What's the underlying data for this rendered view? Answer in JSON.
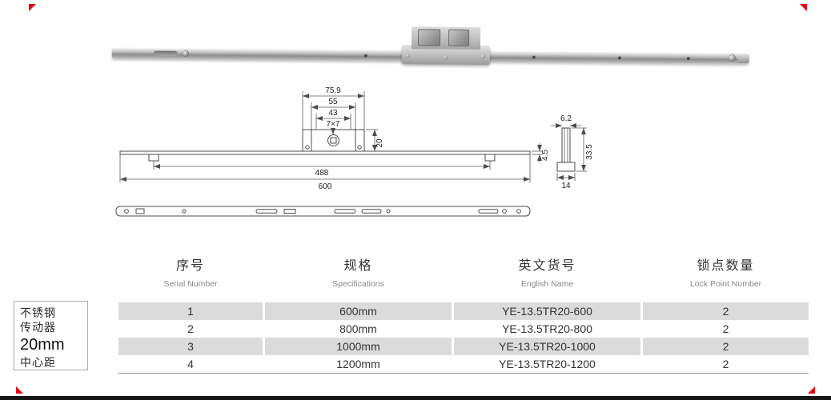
{
  "page": {
    "accent_red": "#e60012",
    "table_band_color": "#dbdbdb"
  },
  "side_label": {
    "line1": "不锈钢",
    "line2": "传动器",
    "line3": "20mm",
    "line4": "中心距"
  },
  "drawing": {
    "dims": {
      "d75_9": "75.9",
      "d55": "55",
      "d43": "43",
      "d7x7": "7×7",
      "d20": "20",
      "d4_5": "4.5",
      "d488": "488",
      "d600": "600",
      "d6_2": "6.2",
      "d33_5": "33.5",
      "d14": "14"
    }
  },
  "table": {
    "columns": [
      {
        "zh": "序号",
        "en": "Serial Number"
      },
      {
        "zh": "规格",
        "en": "Specifications"
      },
      {
        "zh": "英文货号",
        "en": "English Name"
      },
      {
        "zh": "锁点数量",
        "en": "Lock Point Number"
      }
    ],
    "rows": [
      [
        "1",
        "600mm",
        "YE-13.5TR20-600",
        "2"
      ],
      [
        "2",
        "800mm",
        "YE-13.5TR20-800",
        "2"
      ],
      [
        "3",
        "1000mm",
        "YE-13.5TR20-1000",
        "2"
      ],
      [
        "4",
        "1200mm",
        "YE-13.5TR20-1200",
        "2"
      ]
    ]
  }
}
